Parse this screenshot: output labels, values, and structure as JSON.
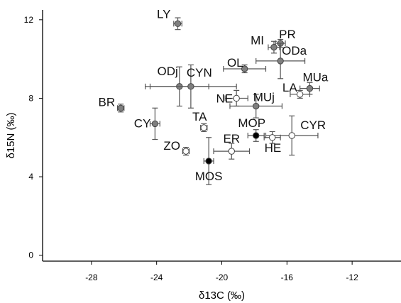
{
  "chart_data": {
    "type": "scatter",
    "title": "",
    "xlabel": "δ13C (‰)",
    "ylabel": "δ15N (‰)",
    "xlim": [
      -31,
      -9
    ],
    "ylim": [
      -0.3,
      12.5
    ],
    "xticks": [
      -28,
      -24,
      -20,
      -16,
      -12
    ],
    "yticks": [
      0,
      4,
      8,
      12
    ],
    "grid": false,
    "colors": {
      "filled_gray": "#7f7f7f",
      "filled_black": "#000000",
      "open": "#ffffff",
      "edge": "#444444",
      "errorbar": "#555555"
    },
    "points": [
      {
        "label": "LY",
        "x": -22.7,
        "y": 11.8,
        "xerr": 0.25,
        "yerr": 0.3,
        "fill": "gray"
      },
      {
        "label": "PR",
        "x": -16.4,
        "y": 10.8,
        "xerr": 0.3,
        "yerr": 0.2,
        "fill": "gray"
      },
      {
        "label": "MI",
        "x": -16.8,
        "y": 10.6,
        "xerr": 0.35,
        "yerr": 0.3,
        "fill": "gray"
      },
      {
        "label": "ODa",
        "x": -16.4,
        "y": 9.9,
        "xerr": 1.5,
        "yerr": 0.9,
        "fill": "gray"
      },
      {
        "label": "OL",
        "x": -18.6,
        "y": 9.5,
        "xerr": 1.3,
        "yerr": 0.2,
        "fill": "gray"
      },
      {
        "label": "ODj",
        "x": -22.6,
        "y": 8.6,
        "xerr": 1.8,
        "yerr": 1.0,
        "fill": "gray"
      },
      {
        "label": "CYN",
        "x": -21.9,
        "y": 8.6,
        "xerr": 2.8,
        "yerr": 1.1,
        "fill": "gray"
      },
      {
        "label": "MUa",
        "x": -14.6,
        "y": 8.5,
        "xerr": 0.6,
        "yerr": 0.3,
        "fill": "gray"
      },
      {
        "label": "LA",
        "x": -15.2,
        "y": 8.2,
        "xerr": 0.6,
        "yerr": 0.2,
        "fill": "open"
      },
      {
        "label": "NE",
        "x": -19.1,
        "y": 8.0,
        "xerr": 0.7,
        "yerr": 0.4,
        "fill": "open"
      },
      {
        "label": "MUj",
        "x": -17.9,
        "y": 7.6,
        "xerr": 1.6,
        "yerr": 0.6,
        "fill": "gray"
      },
      {
        "label": "BR",
        "x": -26.2,
        "y": 7.5,
        "xerr": 0.2,
        "yerr": 0.2,
        "fill": "gray"
      },
      {
        "label": "CY",
        "x": -24.1,
        "y": 6.7,
        "xerr": 0.3,
        "yerr": 0.8,
        "fill": "gray"
      },
      {
        "label": "TA",
        "x": -21.1,
        "y": 6.5,
        "xerr": 0.2,
        "yerr": 0.2,
        "fill": "open"
      },
      {
        "label": "MOP",
        "x": -17.9,
        "y": 6.1,
        "xerr": 0.5,
        "yerr": 0.3,
        "fill": "black"
      },
      {
        "label": "CYR",
        "x": -15.7,
        "y": 6.1,
        "xerr": 1.6,
        "yerr": 1.0,
        "fill": "open"
      },
      {
        "label": "HE",
        "x": -16.9,
        "y": 6.0,
        "xerr": 0.5,
        "yerr": 0.3,
        "fill": "open"
      },
      {
        "label": "ER",
        "x": -19.4,
        "y": 5.3,
        "xerr": 1.1,
        "yerr": 0.4,
        "fill": "open"
      },
      {
        "label": "ZO",
        "x": -22.2,
        "y": 5.3,
        "xerr": 0.2,
        "yerr": 0.2,
        "fill": "open"
      },
      {
        "label": "MOS",
        "x": -20.8,
        "y": 4.8,
        "xerr": 0.3,
        "yerr": 1.2,
        "fill": "black"
      }
    ]
  }
}
